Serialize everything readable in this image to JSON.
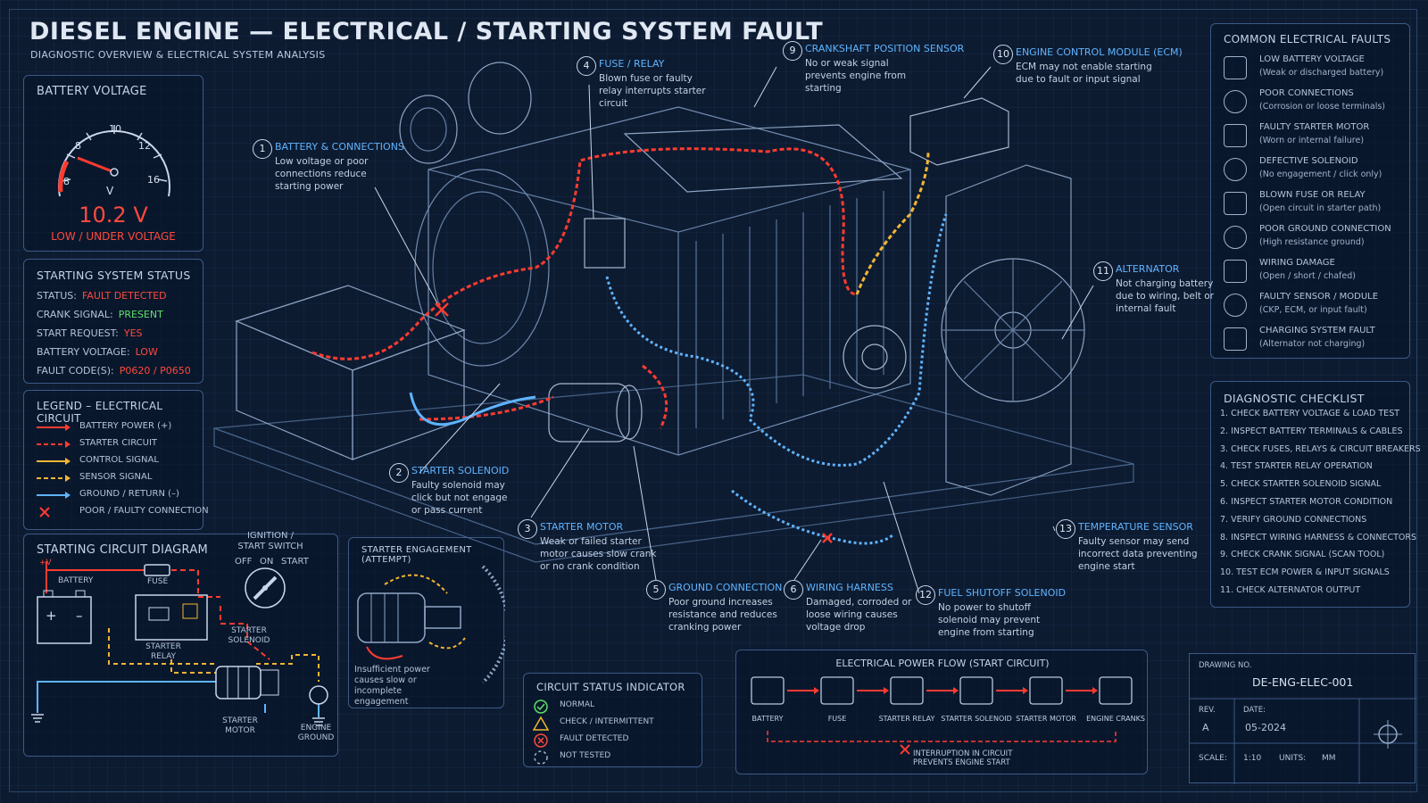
{
  "header": {
    "title": "DIESEL ENGINE — ELECTRICAL / STARTING SYSTEM FAULT",
    "subtitle": "DIAGNOSTIC OVERVIEW & ELECTRICAL SYSTEM ANALYSIS"
  },
  "battery_voltage": {
    "title": "BATTERY VOLTAGE",
    "value": "10.2 V",
    "status": "LOW / UNDER VOLTAGE",
    "gauge_ticks": [
      "8",
      "10",
      "12",
      "16",
      "8"
    ],
    "gauge_unit": "V",
    "reading": 10.2
  },
  "starting_status": {
    "title": "STARTING SYSTEM STATUS",
    "rows": [
      {
        "label": "STATUS:",
        "value": "FAULT DETECTED",
        "color": "#ff4a3d"
      },
      {
        "label": "CRANK SIGNAL:",
        "value": "PRESENT",
        "color": "#5ee06a"
      },
      {
        "label": "START REQUEST:",
        "value": "YES",
        "color": "#ff4a3d"
      },
      {
        "label": "BATTERY VOLTAGE:",
        "value": "LOW",
        "color": "#ff4a3d"
      },
      {
        "label": "FAULT CODE(S):",
        "value": "P0620 / P0650",
        "color": "#ff4a3d"
      }
    ]
  },
  "legend": {
    "title": "LEGEND – ELECTRICAL CIRCUIT",
    "items": [
      {
        "label": "BATTERY POWER (+)",
        "color": "#ff3b30",
        "style": "solid"
      },
      {
        "label": "STARTER CIRCUIT",
        "color": "#ff3b30",
        "style": "dashed"
      },
      {
        "label": "CONTROL SIGNAL",
        "color": "#f2b632",
        "style": "solid"
      },
      {
        "label": "SENSOR SIGNAL",
        "color": "#f2b632",
        "style": "dashed"
      },
      {
        "label": "GROUND / RETURN (–)",
        "color": "#5fb4ff",
        "style": "solid"
      },
      {
        "label": "POOR / FAULTY CONNECTION",
        "color": "#ff3b30",
        "style": "x"
      }
    ]
  },
  "circuit_diagram": {
    "title": "STARTING CIRCUIT DIAGRAM",
    "ignition_title": "IGNITION / START SWITCH",
    "switch_positions": [
      "OFF",
      "ON",
      "START"
    ],
    "labels": {
      "battery": "BATTERY",
      "fuse": "FUSE",
      "starter_relay": "STARTER RELAY",
      "starter_solenoid": "STARTER SOLENOID",
      "starter_motor": "STARTER MOTOR",
      "engine_ground": "ENGINE GROUND",
      "plus": "+",
      "minus": "–",
      "v": "+V"
    }
  },
  "engagement": {
    "title": "STARTER ENGAGEMENT (ATTEMPT)",
    "note": "Insufficient power causes slow or incomplete engagement"
  },
  "circuit_status": {
    "title": "CIRCUIT STATUS INDICATOR",
    "items": [
      {
        "label": "NORMAL",
        "icon": "check-circle-icon",
        "color": "#5ee06a"
      },
      {
        "label": "CHECK / INTERMITTENT",
        "icon": "warning-triangle-icon",
        "color": "#f2b632"
      },
      {
        "label": "FAULT DETECTED",
        "icon": "x-circle-icon",
        "color": "#ff4a3d"
      },
      {
        "label": "NOT TESTED",
        "icon": "dashed-circle-icon",
        "color": "#9fb3cc"
      }
    ]
  },
  "power_flow": {
    "title": "ELECTRICAL POWER FLOW (START CIRCUIT)",
    "steps": [
      "BATTERY",
      "FUSE",
      "STARTER RELAY",
      "STARTER SOLENOID",
      "STARTER MOTOR",
      "ENGINE CRANKS"
    ],
    "note": "INTERRUPTION IN CIRCUIT PREVENTS ENGINE START"
  },
  "title_block": {
    "drawing_no_label": "DRAWING NO.",
    "drawing_no": "DE-ENG-ELEC-001",
    "rev_label": "REV.",
    "rev": "A",
    "date_label": "DATE:",
    "date": "05-2024",
    "scale_label": "SCALE:",
    "scale": "1:10",
    "units_label": "UNITS:",
    "units": "MM"
  },
  "common_faults": {
    "title": "COMMON ELECTRICAL FAULTS",
    "items": [
      {
        "title": "LOW BATTERY VOLTAGE",
        "desc": "(Weak or discharged battery)",
        "icon": "battery-icon"
      },
      {
        "title": "POOR CONNECTIONS",
        "desc": "(Corrosion or loose terminals)",
        "icon": "terminal-icon"
      },
      {
        "title": "FAULTY STARTER MOTOR",
        "desc": "(Worn or internal failure)",
        "icon": "starter-motor-icon"
      },
      {
        "title": "DEFECTIVE SOLENOID",
        "desc": "(No engagement / click only)",
        "icon": "solenoid-icon"
      },
      {
        "title": "BLOWN FUSE OR RELAY",
        "desc": "(Open circuit in starter path)",
        "icon": "fuse-icon"
      },
      {
        "title": "POOR GROUND CONNECTION",
        "desc": "(High resistance ground)",
        "icon": "ground-icon"
      },
      {
        "title": "WIRING DAMAGE",
        "desc": "(Open / short / chafed)",
        "icon": "wiring-icon"
      },
      {
        "title": "FAULTY SENSOR / MODULE",
        "desc": "(CKP, ECM, or input fault)",
        "icon": "sensor-icon"
      },
      {
        "title": "CHARGING SYSTEM FAULT",
        "desc": "(Alternator not charging)",
        "icon": "alternator-icon"
      }
    ]
  },
  "checklist": {
    "title": "DIAGNOSTIC CHECKLIST",
    "items": [
      "1.  CHECK BATTERY VOLTAGE & LOAD TEST",
      "2.  INSPECT BATTERY TERMINALS & CABLES",
      "3.  CHECK FUSES, RELAYS & CIRCUIT BREAKERS",
      "4.  TEST STARTER RELAY OPERATION",
      "5.  CHECK STARTER SOLENOID SIGNAL",
      "6.  INSPECT STARTER MOTOR CONDITION",
      "7.  VERIFY GROUND CONNECTIONS",
      "8.  INSPECT WIRING HARNESS & CONNECTORS",
      "9.  CHECK CRANK SIGNAL (SCAN TOOL)",
      "10. TEST ECM POWER & INPUT SIGNALS",
      "11. CHECK ALTERNATOR OUTPUT"
    ]
  },
  "callouts": [
    {
      "num": "1",
      "title": "BATTERY & CONNECTIONS",
      "text": "Low voltage or poor connections reduce starting power"
    },
    {
      "num": "2",
      "title": "STARTER SOLENOID",
      "text": "Faulty solenoid may click but not engage or pass current"
    },
    {
      "num": "3",
      "title": "STARTER MOTOR",
      "text": "Weak or failed starter motor causes slow crank or no crank condition"
    },
    {
      "num": "4",
      "title": "FUSE / RELAY",
      "text": "Blown fuse or faulty relay interrupts starter circuit"
    },
    {
      "num": "5",
      "title": "GROUND CONNECTION",
      "text": "Poor ground increases resistance and reduces cranking power"
    },
    {
      "num": "6",
      "title": "WIRING HARNESS",
      "text": "Damaged, corroded or loose wiring causes voltage drop"
    },
    {
      "num": "9",
      "title": "CRANKSHAFT POSITION SENSOR",
      "text": "No or weak signal prevents engine from starting"
    },
    {
      "num": "10",
      "title": "ENGINE CONTROL MODULE (ECM)",
      "text": "ECM may not enable starting due to fault or input signal"
    },
    {
      "num": "11",
      "title": "ALTERNATOR",
      "text": "Not charging battery due to wiring, belt or internal fault"
    },
    {
      "num": "12",
      "title": "FUEL SHUTOFF SOLENOID",
      "text": "No power to shutoff solenoid may prevent engine from starting"
    },
    {
      "num": "13",
      "title": "TEMPERATURE SENSOR",
      "text": "Faulty sensor may send incorrect data preventing engine start"
    }
  ],
  "colors": {
    "accent_blue": "#5fb4ff",
    "fault_red": "#ff3b30",
    "signal_amber": "#f2b632",
    "ok_green": "#5ee06a",
    "background": "#0d1b31"
  }
}
